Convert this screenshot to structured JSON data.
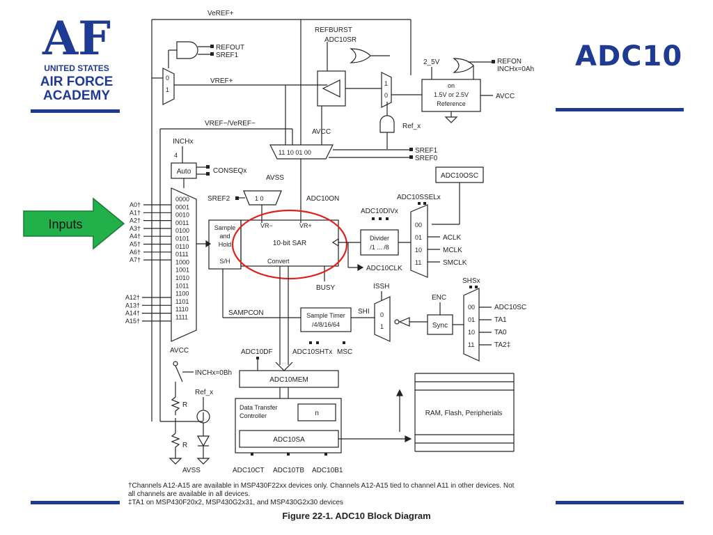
{
  "slide": {
    "title": "ADC10",
    "inputs_label": "Inputs",
    "colors": {
      "accent": "#1f3a93",
      "arrow_fill": "#22b04b",
      "highlight": "#e0201b"
    }
  },
  "logo": {
    "letters": "AF",
    "line1": "UNITED STATES",
    "line2": "AIR FORCE",
    "line3": "ACADEMY"
  },
  "figure": {
    "caption": "Figure 22-1. ADC10 Block Diagram",
    "notes": [
      "†Channels A12-A15 are available in MSP430F22xx devices only. Channels A12-A15 tied to channel A11 in other devices. Not",
      "all channels are available in all devices.",
      "‡TA1 on MSP430F20x2, MSP430G2x31, and MSP430G2x30 devices"
    ]
  },
  "diagram": {
    "veref_plus": "VeREF+",
    "refout": "REFOUT",
    "sref1_top": "SREF1",
    "vref_plus": "VREF+",
    "mux_0": "0",
    "mux_1": "1",
    "refburst": "REFBURST",
    "adc10sr": "ADC10SR",
    "v2_5": "2_5V",
    "refon": "REFON",
    "inchx_0ah": "INCHx=0Ah",
    "ref_on": "on",
    "ref_volt": "1.5V or 2.5V",
    "ref_reference": "Reference",
    "avcc_ref": "AVCC",
    "ref_x_top": "Ref_x",
    "vref_minus": "VREF−/VeREF−",
    "avcc_mux": "AVCC",
    "mux4_labels": "11  10  01  00",
    "sref1": "SREF1",
    "sref0": "SREF0",
    "inchx": "INCHx",
    "four": "4",
    "auto": "Auto",
    "conseqx": "CONSEQx",
    "avss_top": "AVSS",
    "sref2": "SREF2",
    "sref_mux": "1    0",
    "adc10on": "ADC10ON",
    "adc10osc": "ADC10OSC",
    "adc10sselx": "ADC10SSELx",
    "adc10divx": "ADC10DIVx",
    "divider1": "Divider",
    "divider2": "/1 ... /8",
    "clk_codes": [
      "00",
      "01",
      "10",
      "11"
    ],
    "aclk": "ACLK",
    "mclk": "MCLK",
    "smclk": "SMCLK",
    "adc10clk": "ADC10CLK",
    "sh1": "Sample",
    "sh2": "and",
    "sh3": "Hold",
    "sh4": "S/H",
    "vr_minus": "VR−",
    "vr_plus": "VR+",
    "sar": "10-bit SAR",
    "convert": "Convert",
    "busy": "BUSY",
    "inputs": [
      "A0†",
      "A1†",
      "A2†",
      "A3†",
      "A4†",
      "A5†",
      "A6†",
      "A7†"
    ],
    "codes": [
      "0000",
      "0001",
      "0010",
      "0011",
      "0100",
      "0101",
      "0110",
      "0111",
      "1000",
      "1001",
      "1010",
      "1011",
      "1100",
      "1101",
      "1110",
      "1111"
    ],
    "inputs_hi": [
      "A12†",
      "A13†",
      "A14†",
      "A15†"
    ],
    "issh": "ISSH",
    "enc": "ENC",
    "shsx": "SHSx",
    "shi": "SHI",
    "sampcon": "SAMPCON",
    "st1": "Sample Timer",
    "st2": "/4/8/16/64",
    "adc10shtx": "ADC10SHTx",
    "msc": "MSC",
    "sync": "Sync",
    "shs_codes": [
      "00",
      "01",
      "10",
      "11"
    ],
    "shs_sources": [
      "ADC10SC",
      "TA1",
      "TA0",
      "TA2‡"
    ],
    "avcc_bottom": "AVCC",
    "inchx_0bh": "INCHx=0Bh",
    "ref_x_bottom": "Ref_x",
    "r_top": "R",
    "r_bottom": "R",
    "avss_bottom": "AVSS",
    "adc10df": "ADC10DF",
    "adc10mem": "ADC10MEM",
    "dtc1": "Data Transfer",
    "dtc2": "Controller",
    "n": "n",
    "adc10sa": "ADC10SA",
    "adc10ct": "ADC10CT",
    "adc10tb": "ADC10TB",
    "adc10b1": "ADC10B1",
    "ram": "RAM, Flash, Peripherials"
  }
}
